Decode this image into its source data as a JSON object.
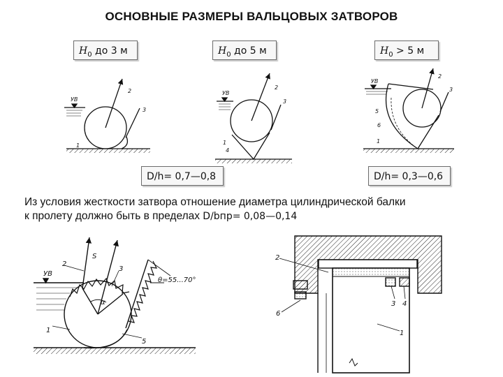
{
  "title": "ОСНОВНЫЕ РАЗМЕРЫ ВАЛЬЦОВЫХ ЗАТВОРОВ",
  "labels": {
    "h1": {
      "sym": "H",
      "sub": "0",
      "text": " до 3 м"
    },
    "h2": {
      "sym": "H",
      "sub": "0",
      "text": " до 5 м"
    },
    "h3": {
      "sym": "H",
      "sub": "0",
      "text": " > 5 м"
    },
    "ratio1": "D/h= 0,7—0,8",
    "ratio2": "D/h= 0,3—0,6"
  },
  "paragraph": {
    "line1": "Из условия жесткости затвора отношение диаметра цилиндрической балки",
    "line2": "к пролету должно быть в пределах",
    "formula": "D/bпр= 0,08—0,14"
  },
  "diagram_labels": {
    "uv": "УВ",
    "n1": "1",
    "n2": "2",
    "n3": "3",
    "n4": "4",
    "n5": "5",
    "n6": "6",
    "s": "S",
    "alpha": "α",
    "theta": "θ=55...70°"
  }
}
